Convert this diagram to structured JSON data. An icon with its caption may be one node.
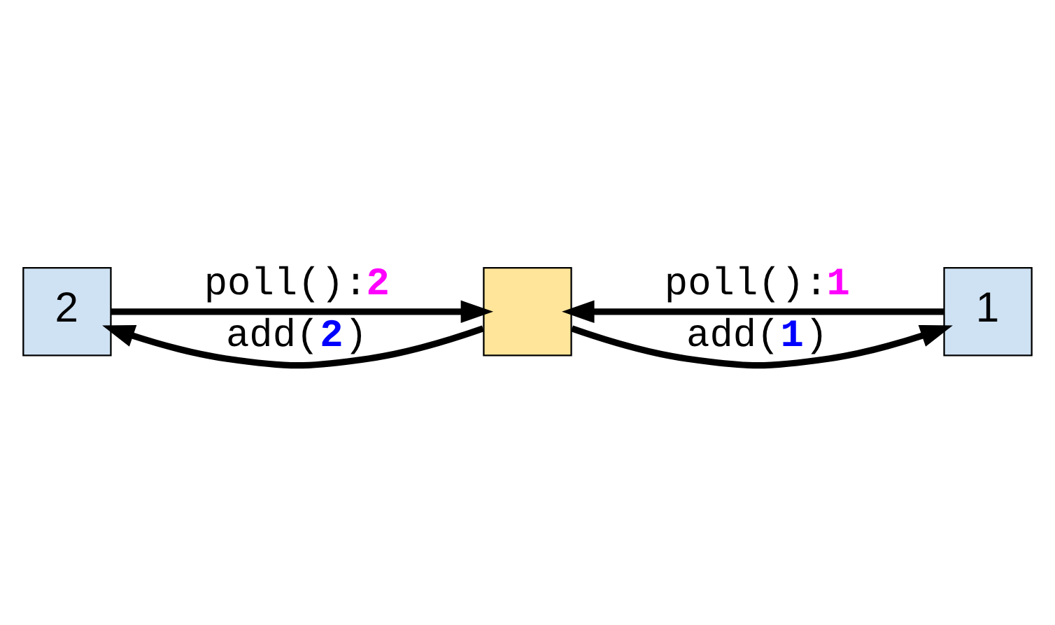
{
  "diagram": {
    "nodes": [
      {
        "text": [
          "2"
        ]
      },
      {
        "text": [],
        "shape": "box"
      },
      {
        "text": [
          "1"
        ]
      }
    ],
    "edges": [
      {
        "from": 1,
        "to": 0,
        "arrow": "to",
        "label": "add(**2**)"
      },
      {
        "from": 1,
        "to": 2,
        "arrow": "to",
        "label": "add(**1**)"
      },
      {
        "from": 0,
        "to": 1,
        "arrow": "to",
        "label": "poll():**2**"
      },
      {
        "from": 2,
        "to": 1,
        "arrow": "to",
        "label": "poll():**1**"
      }
    ]
  }
}
